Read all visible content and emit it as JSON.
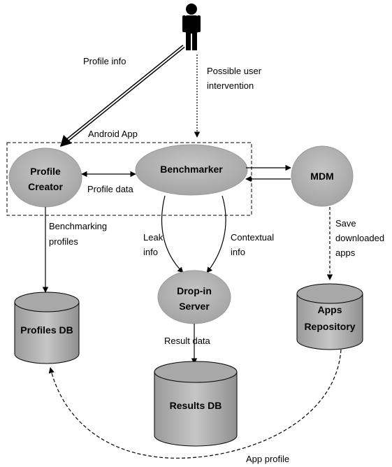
{
  "nodes": {
    "profile_creator": {
      "line1": "Profile",
      "line2": "Creator"
    },
    "benchmarker": {
      "label": "Benchmarker"
    },
    "mdm": {
      "label": "MDM"
    },
    "dropin_server": {
      "line1": "Drop-in",
      "line2": "Server"
    },
    "profiles_db": {
      "label": "Profiles DB"
    },
    "results_db": {
      "label": "Results DB"
    },
    "apps_repository": {
      "line1": "Apps",
      "line2": "Repository"
    }
  },
  "group": {
    "label": "Android App"
  },
  "edges": {
    "profile_info": "Profile info",
    "possible_user_intervention": {
      "line1": "Possible user",
      "line2": "intervention"
    },
    "profile_data": "Profile data",
    "benchmarking_profiles": {
      "line1": "Benchmarking",
      "line2": "profiles"
    },
    "leak_info": {
      "line1": "Leak",
      "line2": "info"
    },
    "contextual_info": {
      "line1": "Contextual",
      "line2": "info"
    },
    "save_downloaded_apps": {
      "line1": "Save",
      "line2": "downloaded",
      "line3": "apps"
    },
    "result_data": "Result data",
    "app_profile": "App profile"
  },
  "colors": {
    "node_fill": "#b3b3b3",
    "node_fill_dark": "#8e8e8e",
    "stroke": "#000000"
  }
}
